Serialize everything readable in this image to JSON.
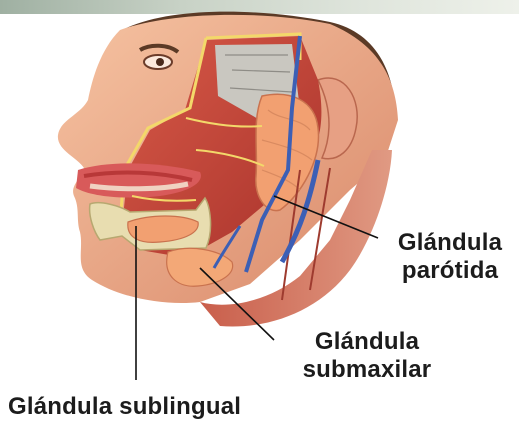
{
  "figure": {
    "palette": {
      "skin": "#f0b18d",
      "muscle": "#c8473a",
      "gland": "#f2a071",
      "bone": "#e8ddb0",
      "vein": "#3c5fb5",
      "nerve": "#f3d86a",
      "leader": "#111111"
    }
  },
  "labels": {
    "parotid": {
      "line1": "Glándula",
      "line2": "parótida"
    },
    "submaxillary": {
      "line1": "Glándula",
      "line2": "submaxilar"
    },
    "sublingual": {
      "text": "Glándula sublingual"
    }
  }
}
